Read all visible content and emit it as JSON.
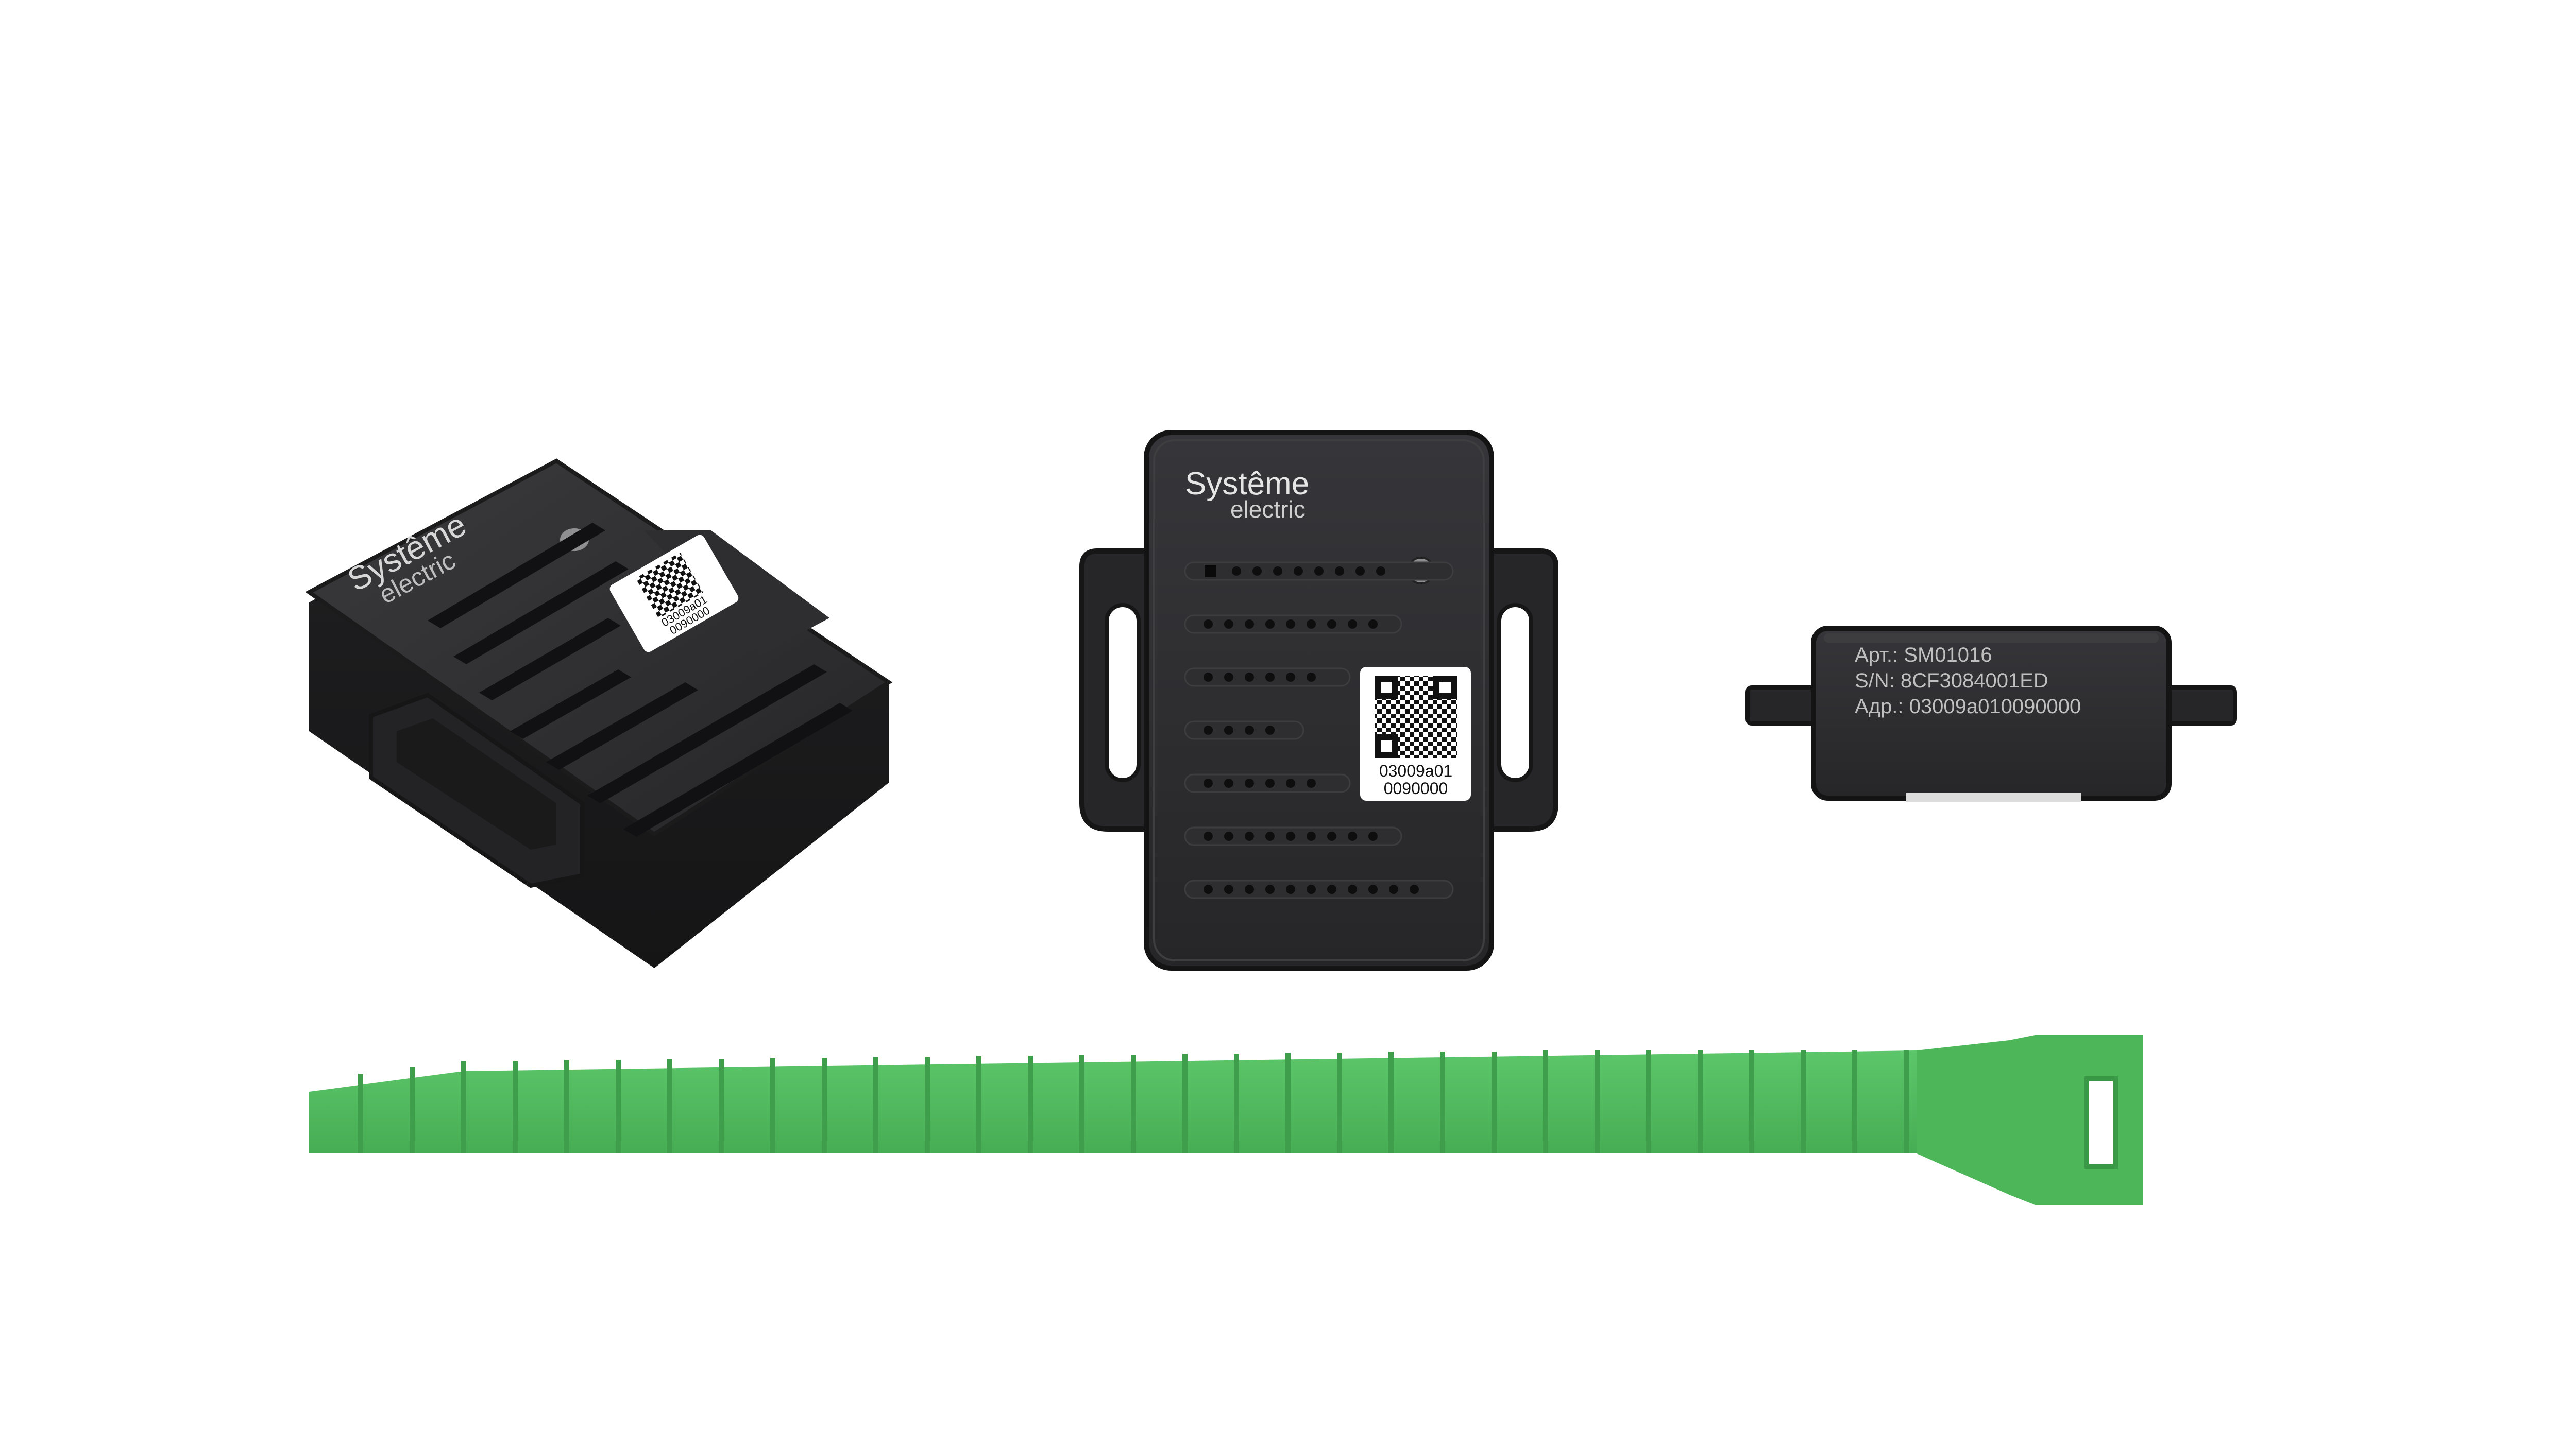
{
  "brand": {
    "logo_top": "Systême",
    "logo_bottom": "electric"
  },
  "qr_label": {
    "line1": "03009a01",
    "line2": "0090000"
  },
  "side_label": {
    "article": "Арт.: SM01016",
    "serial": "S/N: 8CF3084001ED",
    "address": "Адр.: 03009a010090000"
  },
  "colors": {
    "background": "#ffffff",
    "housing": "#2b2b2d",
    "housing_dark": "#1a1a1b",
    "strap": "#4fb95c",
    "strap_shade": "#3f9e4b"
  }
}
